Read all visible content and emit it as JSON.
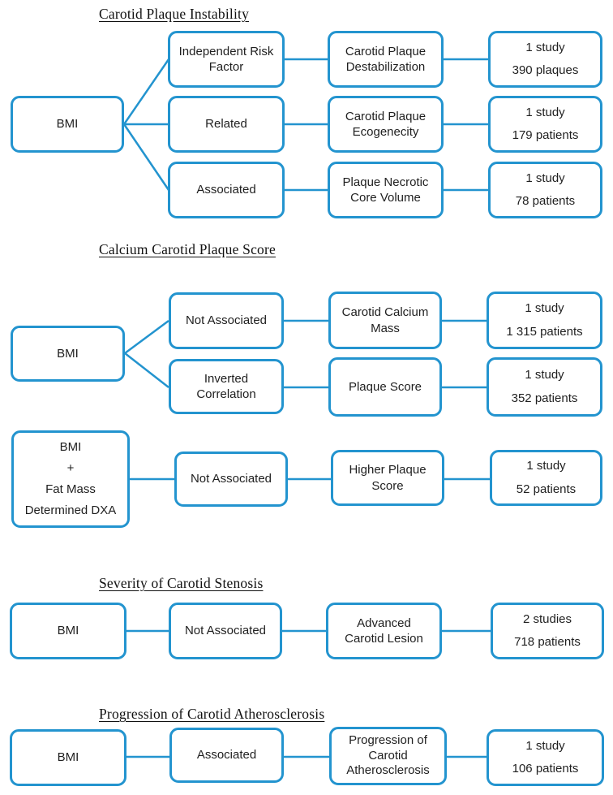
{
  "colors": {
    "accent": "#2394cf",
    "ink": "#1f1f1f"
  },
  "figure": {
    "sections": [
      {
        "title": "Carotid Plaque Instability",
        "exposure": "BMI",
        "branches": [
          {
            "relationship": "Independent Risk Factor",
            "outcome": "Carotid Plaque Destabilization",
            "studies": "1 study",
            "sample": "390 plaques"
          },
          {
            "relationship": "Related",
            "outcome": "Carotid Plaque Ecogenecity",
            "studies": "1 study",
            "sample": "179 patients"
          },
          {
            "relationship": "Associated",
            "outcome": "Plaque Necrotic Core Volume",
            "studies": "1 study",
            "sample": "78 patients"
          }
        ]
      },
      {
        "title": "Calcium Carotid Plaque Score",
        "exposure": "BMI",
        "branches": [
          {
            "relationship": "Not Associated",
            "outcome": "Carotid Calcium Mass",
            "studies": "1 study",
            "sample": "1 315 patients"
          },
          {
            "relationship": "Inverted Correlation",
            "outcome": "Plaque Score",
            "studies": "1 study",
            "sample": "352 patients"
          }
        ]
      },
      {
        "exposure": "BMI\n+\nFat Mass\nDetermined DXA",
        "branches": [
          {
            "relationship": "Not Associated",
            "outcome": "Higher Plaque Score",
            "studies": "1 study",
            "sample": "52 patients"
          }
        ]
      },
      {
        "title": "Severity of Carotid Stenosis",
        "exposure": "BMI",
        "branches": [
          {
            "relationship": "Not Associated",
            "outcome": "Advanced Carotid Lesion",
            "studies": "2 studies",
            "sample": "718 patients"
          }
        ]
      },
      {
        "title": "Progression of Carotid Atherosclerosis",
        "exposure": "BMI",
        "branches": [
          {
            "relationship": "Associated",
            "outcome": "Progression of Carotid Atherosclerosis",
            "studies": "1 study",
            "sample": "106 patients"
          }
        ]
      }
    ]
  }
}
